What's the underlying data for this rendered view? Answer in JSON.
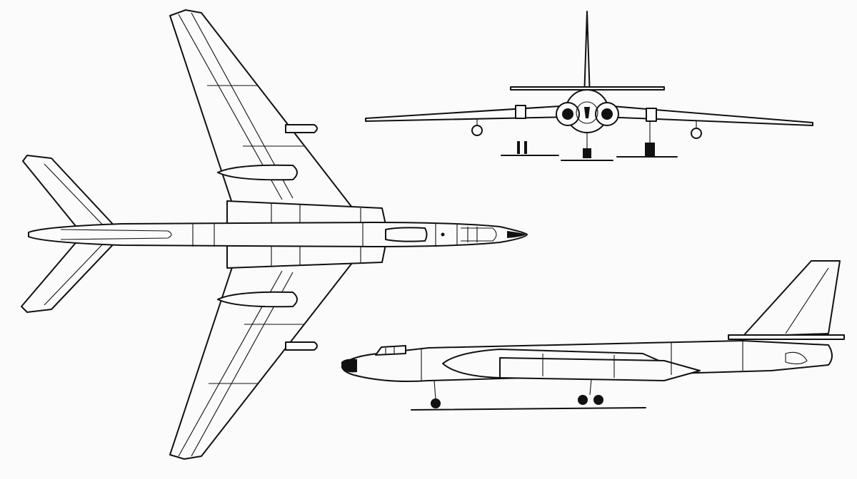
{
  "figure": {
    "views": [
      {
        "view": "plan"
      },
      {
        "view": "front"
      },
      {
        "view": "side"
      }
    ]
  }
}
